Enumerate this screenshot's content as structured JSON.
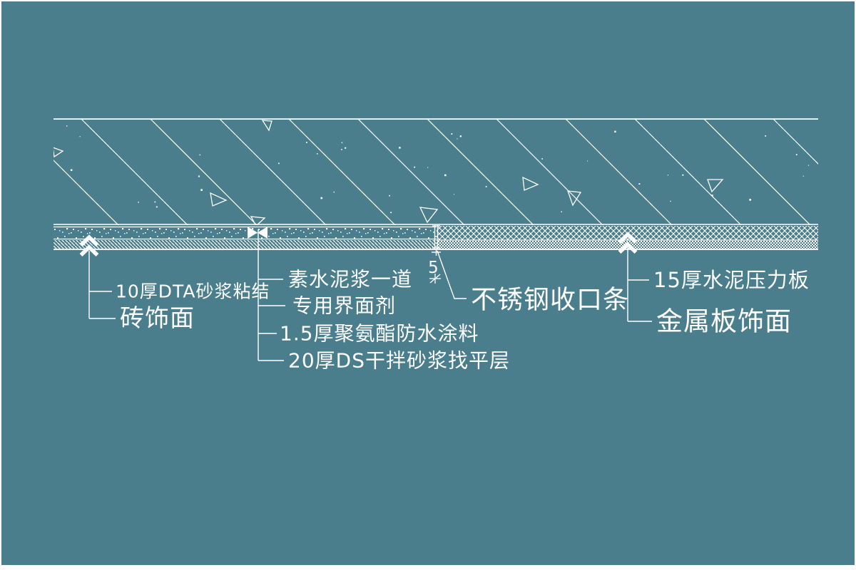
{
  "colors": {
    "background": "#4B7E8C",
    "line": "#FFFFFF"
  },
  "annotations": {
    "left": [
      {
        "text": "10厚DTA砂浆粘结"
      },
      {
        "text": "砖饰面"
      }
    ],
    "middle": [
      {
        "text": "素水泥浆一道"
      },
      {
        "text": "专用界面剂"
      },
      {
        "text": "1.5厚聚氨酯防水涂料"
      },
      {
        "text": "20厚DS干拌砂浆找平层"
      }
    ],
    "trim": {
      "dimension": "5",
      "label": "不锈钢收口条"
    },
    "right": [
      {
        "text": "15厚水泥压力板"
      },
      {
        "text": "金属板饰面"
      }
    ]
  }
}
